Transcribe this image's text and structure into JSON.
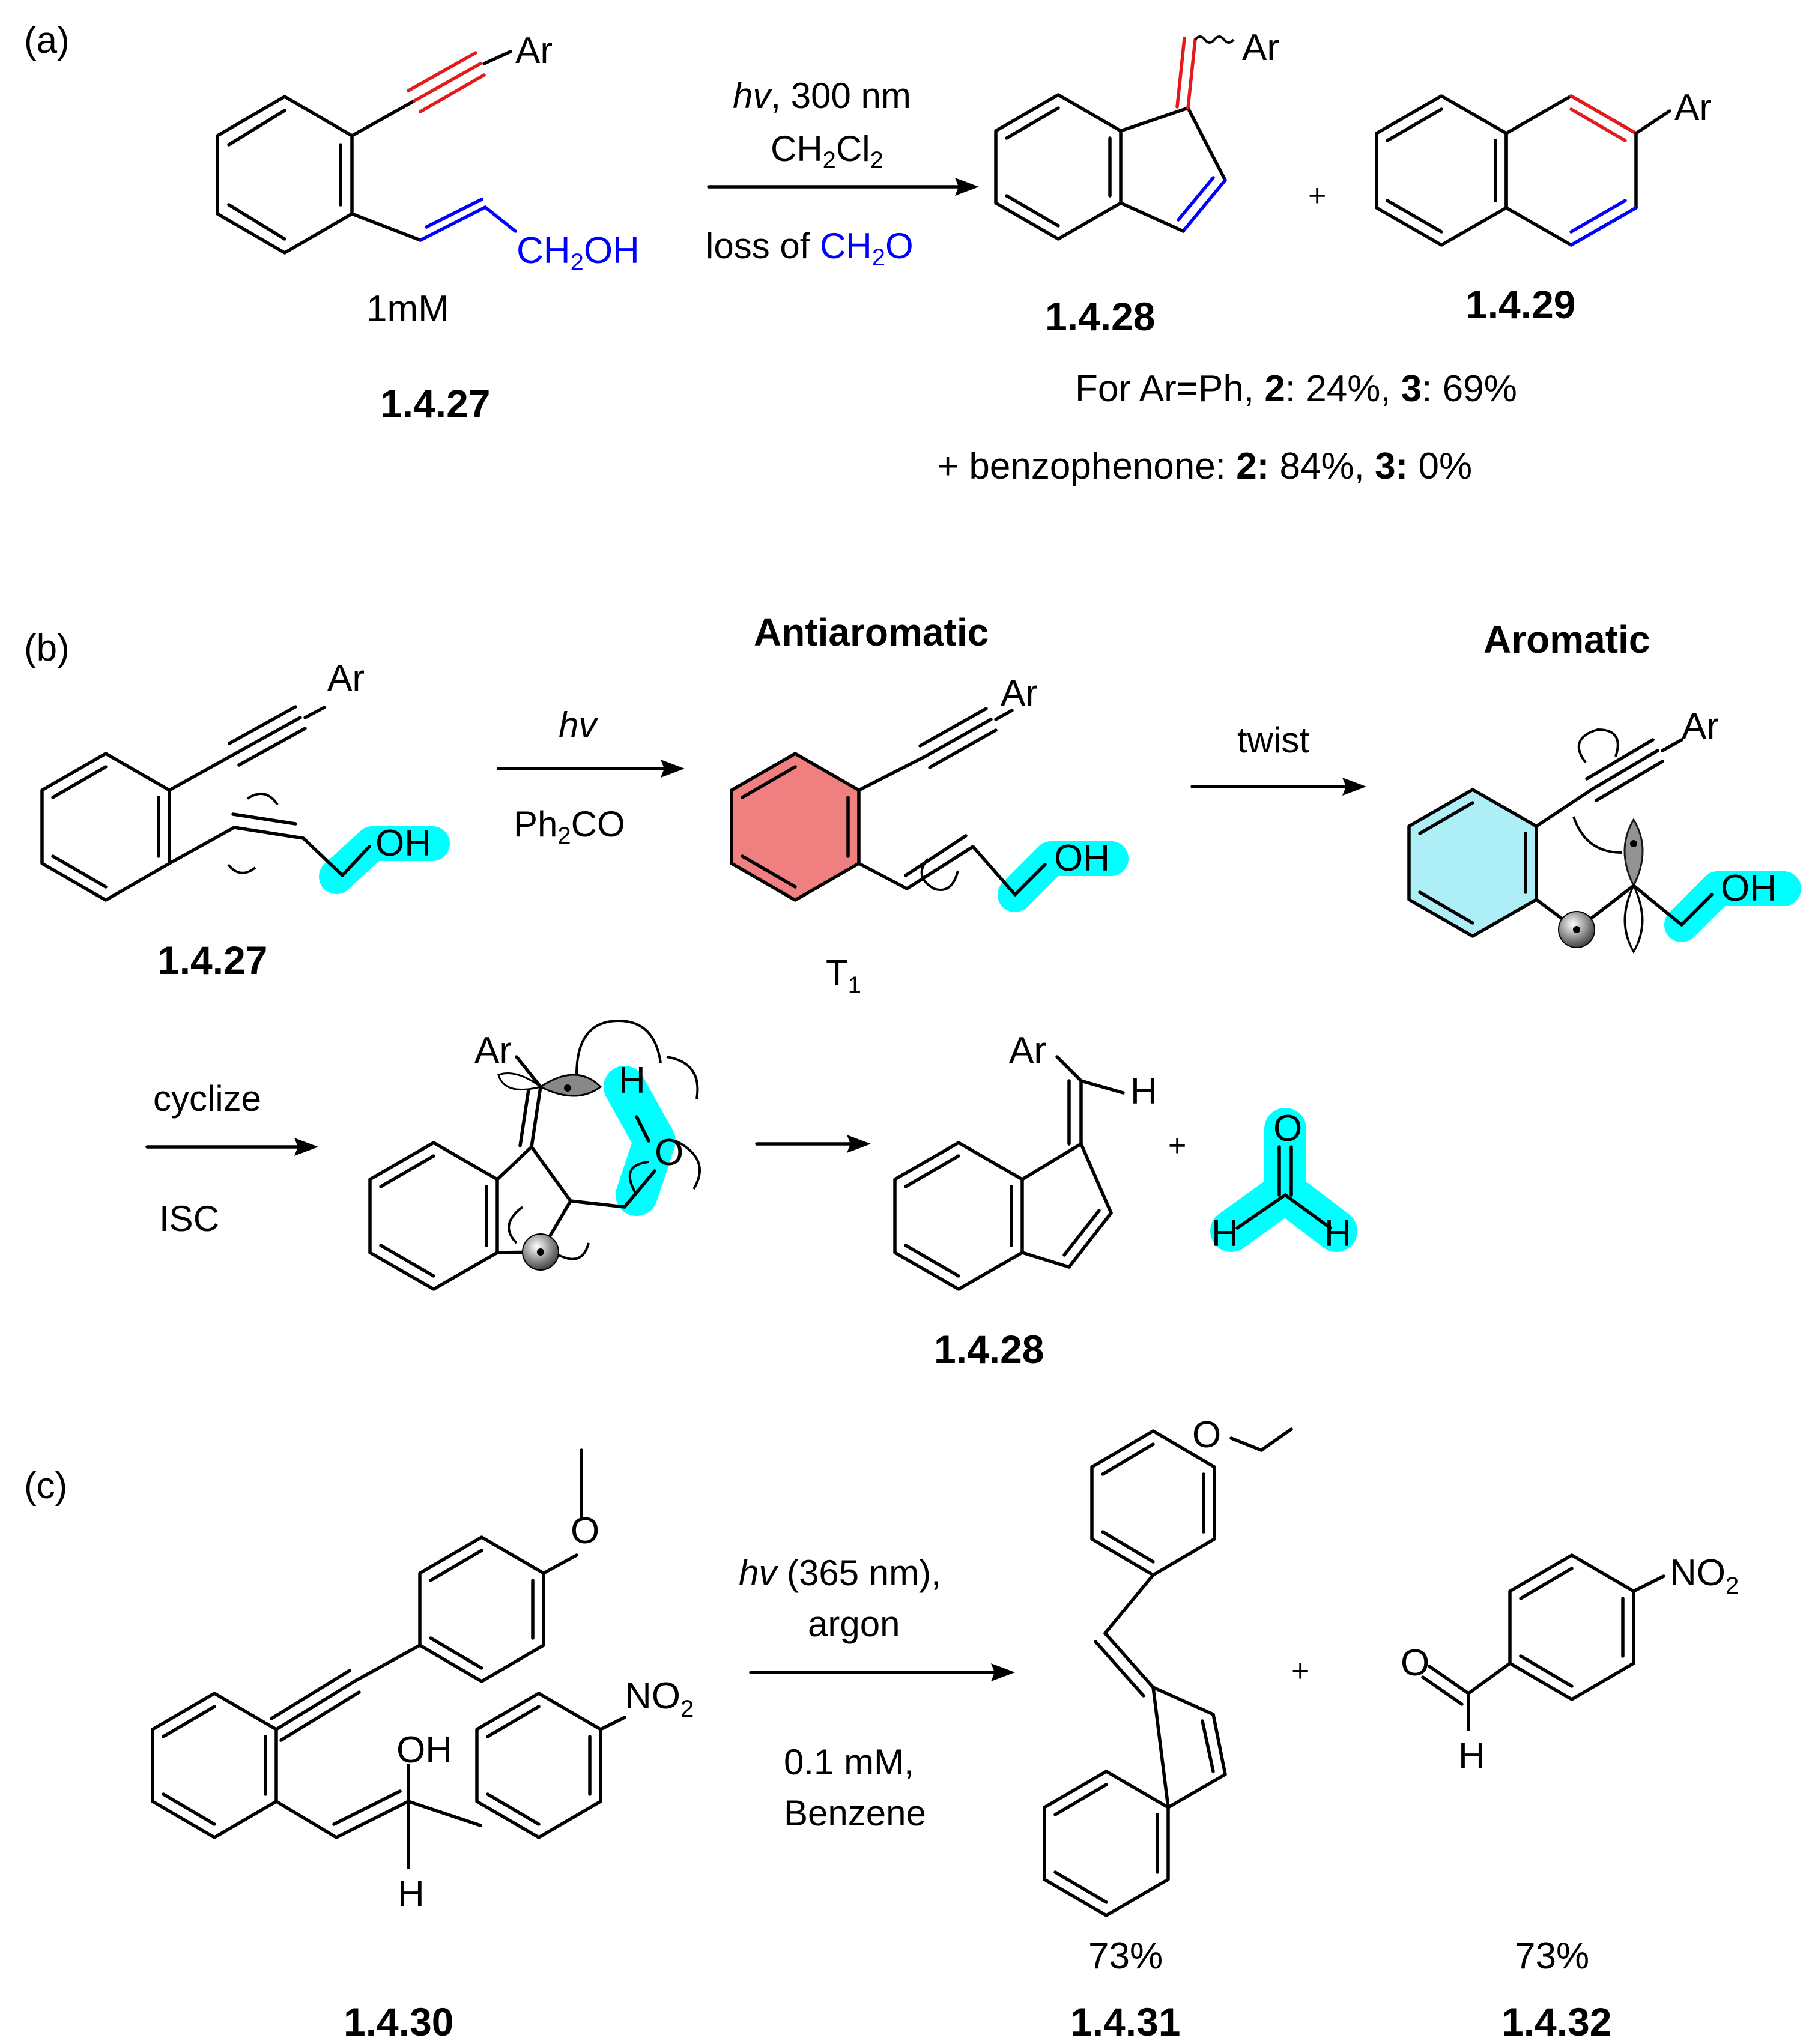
{
  "colors": {
    "red": "#e41a1c",
    "blue": "#0000ff",
    "cyan": "#00ffff",
    "antiaromatic": "#f08080",
    "aromatic": "#aeeef7"
  },
  "panel_a": {
    "label": "(a)",
    "start": {
      "ar": "Ar",
      "ch2oh": "CH",
      "ch2oh_sub": "2",
      "ch2oh_tail": "OH",
      "conc": "1mM",
      "id": "1.4.27"
    },
    "arrow": {
      "line1_italic": "hv",
      "line1_rest": ", 300 nm",
      "line2_a": "CH",
      "line2_sub1": "2",
      "line2_b": "Cl",
      "line2_sub2": "2",
      "line3_a": "loss of ",
      "line3_b": "CH",
      "line3_sub": "2",
      "line3_c": "O"
    },
    "product1": {
      "ar": "Ar",
      "id": "1.4.28"
    },
    "plus": "+",
    "product2": {
      "ar": "Ar",
      "id": "1.4.29"
    },
    "results": {
      "row1_prefix": "For Ar=Ph, ",
      "row1_b1": "2",
      "row1_v1": ": 24%, ",
      "row1_b2": "3",
      "row1_v2": ":  69%",
      "row2_prefix": "+ benzophenone:  ",
      "row2_b1": "2:",
      "row2_v1": " 84%, ",
      "row2_b2": "3:",
      "row2_v2": " 0%"
    }
  },
  "panel_b": {
    "label": "(b)",
    "start": {
      "ar": "Ar",
      "oh": "OH",
      "id": "1.4.27"
    },
    "arrow1": {
      "top": "hv",
      "bottom_a": "Ph",
      "bottom_sub": "2",
      "bottom_b": "CO"
    },
    "triplet": {
      "heading": "Antiaromatic",
      "ar": "Ar",
      "oh": "OH",
      "state": "T",
      "state_sub": "1"
    },
    "arrow2": {
      "top": "twist"
    },
    "twisted": {
      "heading": "Aromatic",
      "ar": "Ar",
      "oh": "OH"
    },
    "arrow3": {
      "top": "cyclize",
      "bottom": "ISC"
    },
    "intermediate": {
      "ar": "Ar",
      "h": "H",
      "o": "O"
    },
    "product": {
      "ar": "Ar",
      "h": "H",
      "id": "1.4.28"
    },
    "plus": "+",
    "formaldehyde": {
      "o": "O",
      "h1": "H",
      "h2": "H"
    }
  },
  "panel_c": {
    "label": "(c)",
    "start": {
      "o": "O",
      "no2_a": "NO",
      "no2_sub": "2",
      "oh": "OH",
      "h": "H",
      "id": "1.4.30"
    },
    "arrow": {
      "line1_italic": "hv",
      "line1_rest": " (365 nm),",
      "line2": "argon",
      "line3": "0.1 mM,",
      "line4": "Benzene"
    },
    "product1": {
      "o": "O",
      "yield": "73%",
      "id": "1.4.31"
    },
    "plus": "+",
    "product2": {
      "no2_a": "NO",
      "no2_sub": "2",
      "o": "O",
      "h": "H",
      "yield": "73%",
      "id": "1.4.32"
    }
  }
}
